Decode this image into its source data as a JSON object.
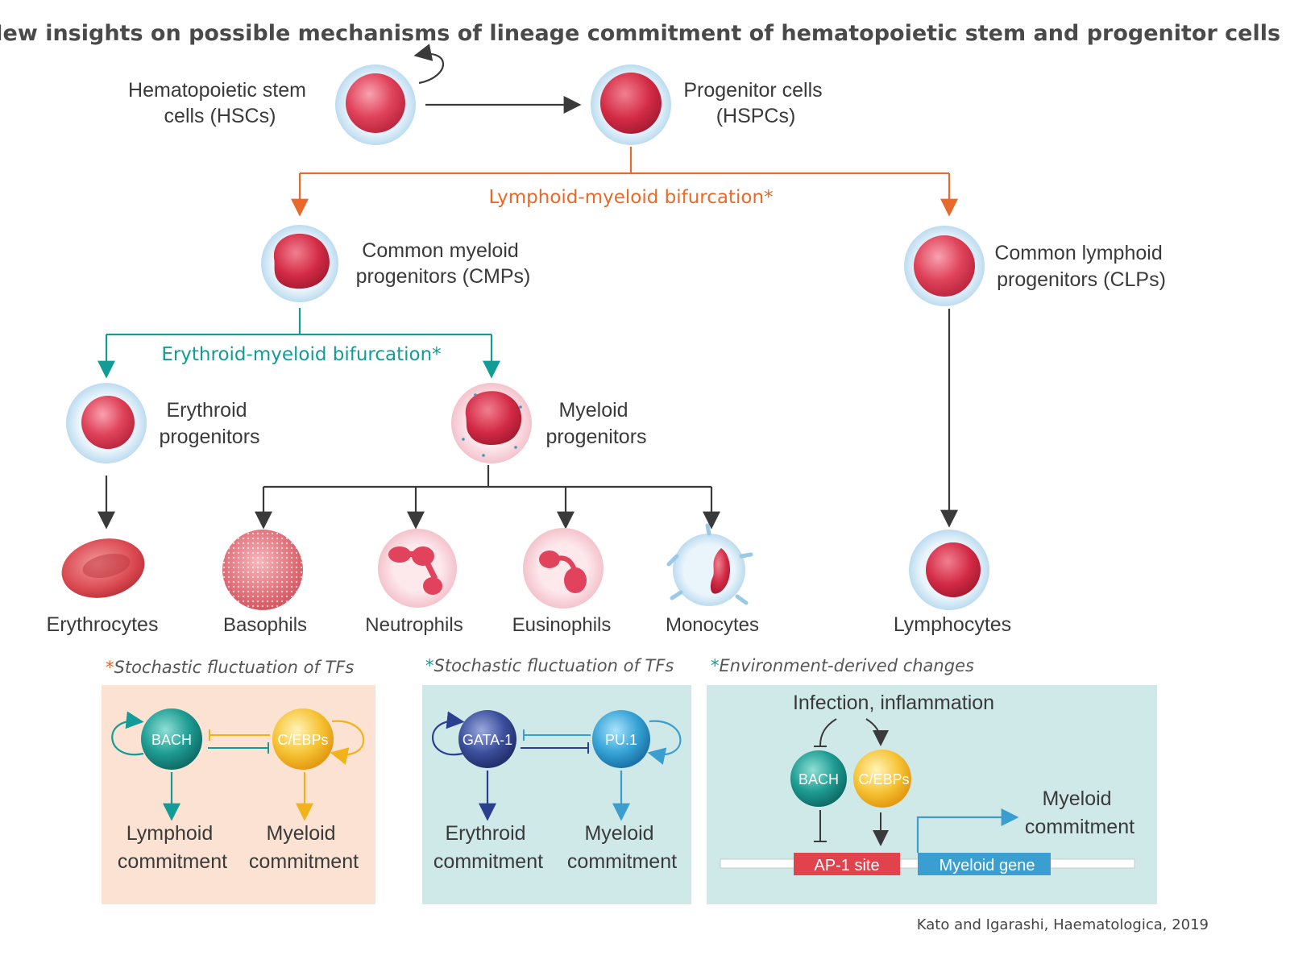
{
  "title": "New insights on possible mechanisms of lineage commitment of hematopoietic stem and progenitor cells",
  "cells": {
    "hsc": [
      "Hematopoietic stem",
      "cells (HSCs)"
    ],
    "hspc": [
      "Progenitor cells",
      "(HSPCs)"
    ],
    "cmp": [
      "Common myeloid",
      "progenitors (CMPs)"
    ],
    "clp": [
      "Common lymphoid",
      "progenitors (CLPs)"
    ],
    "erythroid_prog": [
      "Erythroid",
      "progenitors"
    ],
    "myeloid_prog": [
      "Myeloid",
      "progenitors"
    ]
  },
  "bifurcations": {
    "lymphoid_myeloid": "Lymphoid-myeloid bifurcation*",
    "erythroid_myeloid": "Erythroid-myeloid bifurcation*"
  },
  "mature_cells": {
    "erythrocytes": "Erythrocytes",
    "basophils": "Basophils",
    "neutrophils": "Neutrophils",
    "eusinophils": "Eusinophils",
    "monocytes": "Monocytes",
    "lymphocytes": "Lymphocytes"
  },
  "panels": {
    "p1": {
      "note_star": "*",
      "note": "Stochastic fluctuation of TFs",
      "left_node": "BACH",
      "right_node": "C/EBPs",
      "left_out": [
        "Lymphoid",
        "commitment"
      ],
      "right_out": [
        "Myeloid",
        "commitment"
      ]
    },
    "p2": {
      "note_star": "*",
      "note": "Stochastic fluctuation of TFs",
      "left_node": "GATA-1",
      "right_node": "PU.1",
      "left_out": [
        "Erythroid",
        "commitment"
      ],
      "right_out": [
        "Myeloid",
        "commitment"
      ]
    },
    "p3": {
      "note_star": "*",
      "note": "Environment-derived changes",
      "trigger": "Infection, inflammation",
      "left_node": "BACH",
      "right_node": "C/EBPs",
      "site": "AP-1 site",
      "gene": "Myeloid gene",
      "out": [
        "Myeloid",
        "commitment"
      ]
    }
  },
  "credit": "Kato and Igarashi, Haematologica, 2019",
  "colors": {
    "orange": "#e8692a",
    "teal": "#139c95",
    "navy": "#2a3f8f",
    "blue": "#3a9fd0",
    "yellow": "#f2b21a",
    "panel1_bg": "#fbe2d3",
    "panel2_bg": "#cfe9e8",
    "panel3_bg": "#cfe9e8"
  }
}
